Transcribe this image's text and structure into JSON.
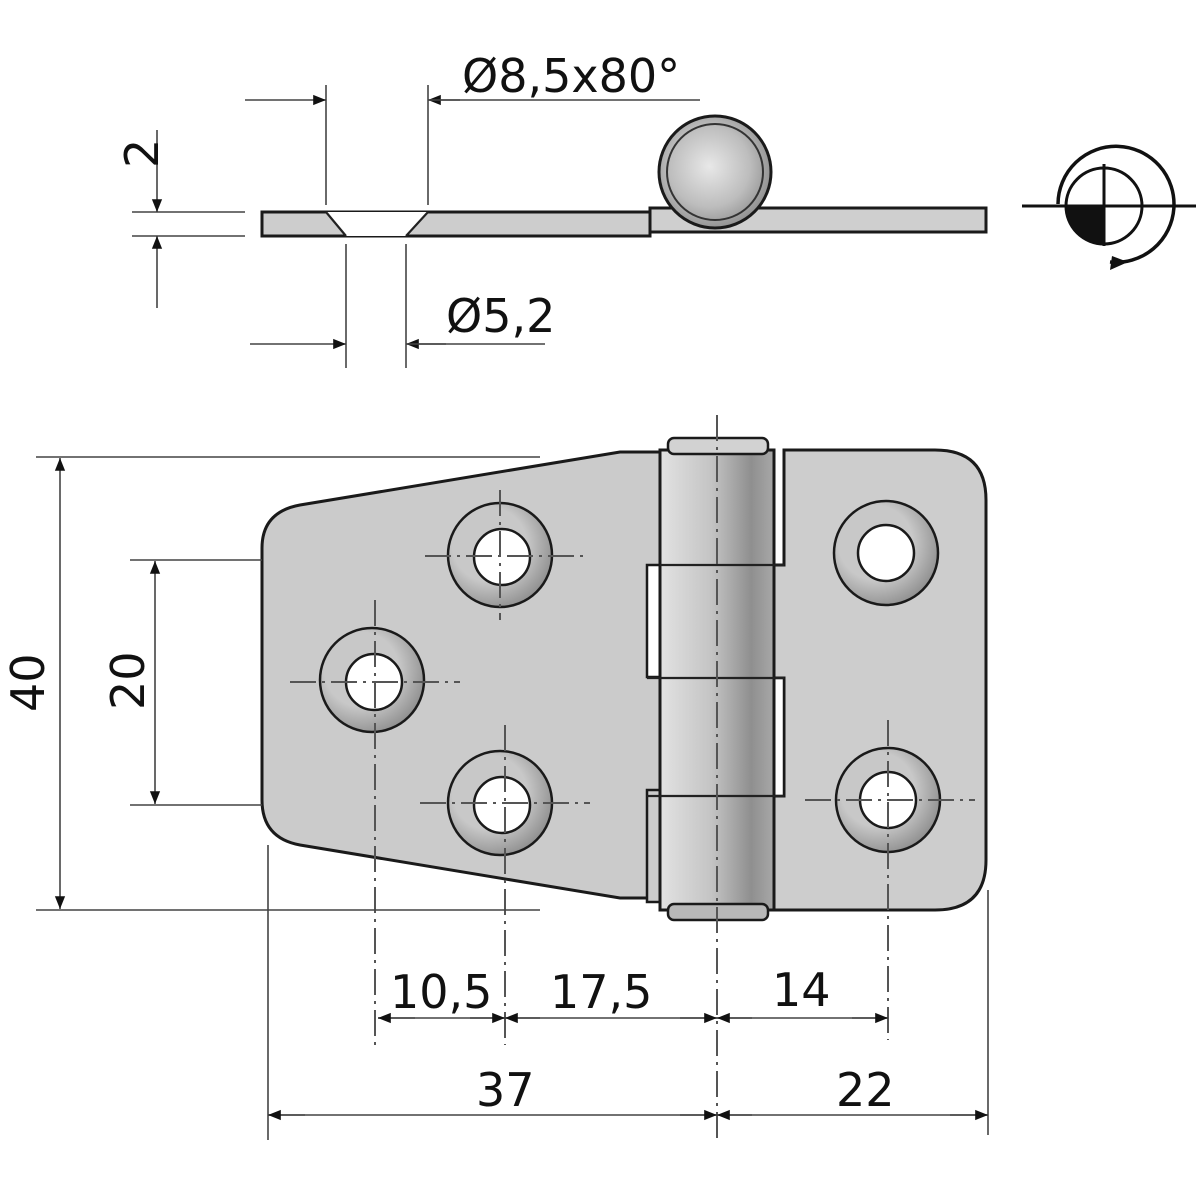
{
  "drawing": {
    "subject": "hinge",
    "views": [
      "side-section-view",
      "top-view",
      "rotation-symbol"
    ],
    "colors": {
      "plate_fill": "#cfcfcf",
      "plate_shade": "#b8b8b8",
      "knuckle_light": "#d6d6d6",
      "knuckle_dark": "#8e8e8e",
      "countersink_ring": "#a9a9a9",
      "hole": "#ffffff",
      "line": "#1a1a1a",
      "background": "#ffffff"
    }
  },
  "side_view": {
    "dimensions": {
      "countersink": "Ø8,5x80°",
      "through_hole": "Ø5,2",
      "thickness": "2"
    }
  },
  "top_view": {
    "dimensions": {
      "overall_height": "40",
      "hole_spacing_vertical": "20",
      "hole_offset_1": "10,5",
      "hole_offset_2": "17,5",
      "right_hole_offset": "14",
      "left_leaf_width": "37",
      "right_leaf_width": "22"
    },
    "holes": {
      "left_leaf_count": 3,
      "right_leaf_count": 2
    }
  },
  "symbol": {
    "name": "rotation-direction-symbol"
  }
}
